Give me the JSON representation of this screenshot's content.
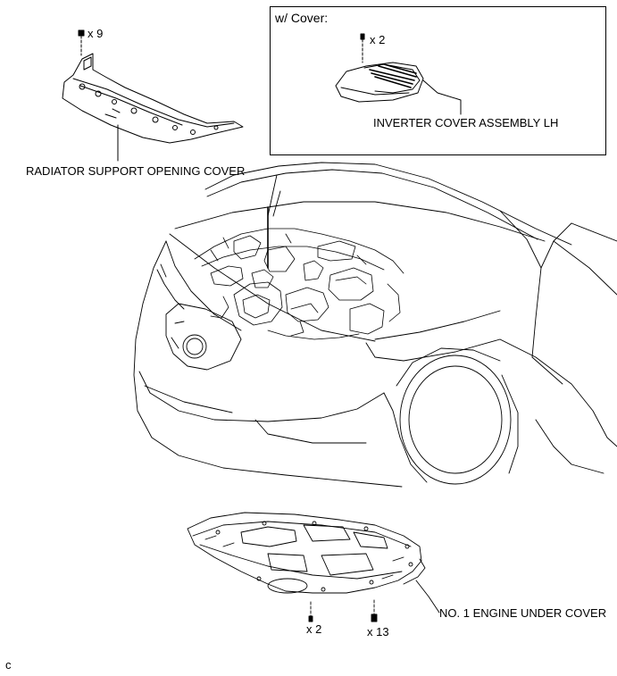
{
  "inset": {
    "title": "w/ Cover:"
  },
  "parts": {
    "radiator_cover": {
      "label": "RADIATOR SUPPORT OPENING COVER",
      "qty": "x 9"
    },
    "inverter_cover": {
      "label": "INVERTER COVER ASSEMBLY LH",
      "qty": "x 2"
    },
    "engine_under_cover": {
      "label": "NO. 1 ENGINE UNDER COVER",
      "qty_a": "x 2",
      "qty_b": "x 13"
    }
  },
  "figure_code": "c"
}
